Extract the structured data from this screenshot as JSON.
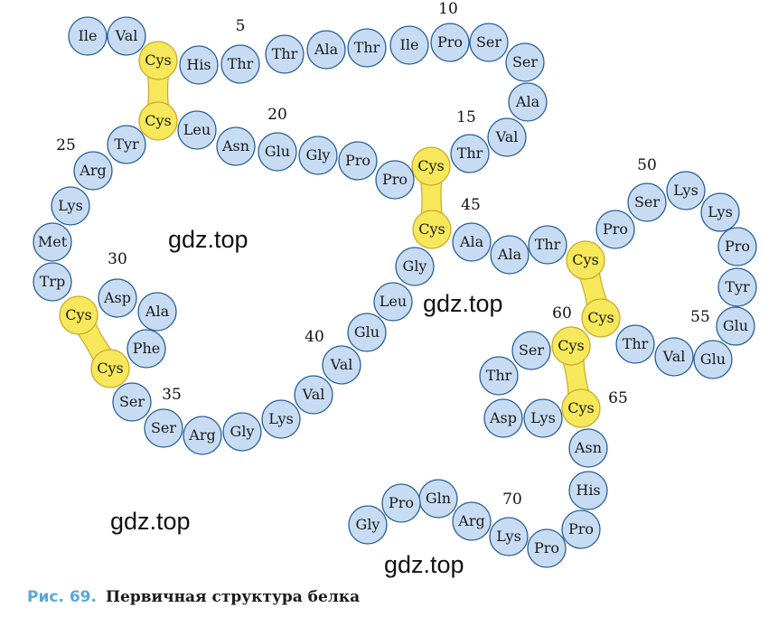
{
  "colors": {
    "residue_fill": "#c7dcf3",
    "residue_stroke": "#2a5f95",
    "cys_fill": "#f6e85a",
    "cys_stroke": "#c9a92c",
    "caption_accent": "#5aa8d8"
  },
  "residues": [
    {
      "id": "ile1",
      "label": "Ile",
      "cys": false
    },
    {
      "id": "val2",
      "label": "Val",
      "cys": false
    },
    {
      "id": "cys3",
      "label": "Cys",
      "cys": true
    },
    {
      "id": "his4",
      "label": "His",
      "cys": false
    },
    {
      "id": "thr5",
      "label": "Thr",
      "cys": false
    },
    {
      "id": "thr6",
      "label": "Thr",
      "cys": false
    },
    {
      "id": "ala7",
      "label": "Ala",
      "cys": false
    },
    {
      "id": "thr8",
      "label": "Thr",
      "cys": false
    },
    {
      "id": "ile9",
      "label": "Ile",
      "cys": false
    },
    {
      "id": "pro10",
      "label": "Pro",
      "cys": false
    },
    {
      "id": "ser11",
      "label": "Ser",
      "cys": false
    },
    {
      "id": "ser12",
      "label": "Ser",
      "cys": false
    },
    {
      "id": "ala13",
      "label": "Ala",
      "cys": false
    },
    {
      "id": "val14",
      "label": "Val",
      "cys": false
    },
    {
      "id": "thr15",
      "label": "Thr",
      "cys": false
    },
    {
      "id": "cys16",
      "label": "Cys",
      "cys": true
    },
    {
      "id": "pro17",
      "label": "Pro",
      "cys": false
    },
    {
      "id": "pro18",
      "label": "Pro",
      "cys": false
    },
    {
      "id": "gly19",
      "label": "Gly",
      "cys": false
    },
    {
      "id": "glu20",
      "label": "Glu",
      "cys": false
    },
    {
      "id": "asn21",
      "label": "Asn",
      "cys": false
    },
    {
      "id": "leu22",
      "label": "Leu",
      "cys": false
    },
    {
      "id": "cys23",
      "label": "Cys",
      "cys": true
    },
    {
      "id": "tyr24",
      "label": "Tyr",
      "cys": false
    },
    {
      "id": "arg25",
      "label": "Arg",
      "cys": false
    },
    {
      "id": "lys26",
      "label": "Lys",
      "cys": false
    },
    {
      "id": "met27",
      "label": "Met",
      "cys": false
    },
    {
      "id": "trp28",
      "label": "Trp",
      "cys": false
    },
    {
      "id": "cys29",
      "label": "Cys",
      "cys": true
    },
    {
      "id": "asp30",
      "label": "Asp",
      "cys": false
    },
    {
      "id": "ala31",
      "label": "Ala",
      "cys": false
    },
    {
      "id": "phe32",
      "label": "Phe",
      "cys": false
    },
    {
      "id": "cys33",
      "label": "Cys",
      "cys": true
    },
    {
      "id": "ser34",
      "label": "Ser",
      "cys": false
    },
    {
      "id": "ser35",
      "label": "Ser",
      "cys": false
    },
    {
      "id": "arg36",
      "label": "Arg",
      "cys": false
    },
    {
      "id": "gly37",
      "label": "Gly",
      "cys": false
    },
    {
      "id": "lys38",
      "label": "Lys",
      "cys": false
    },
    {
      "id": "val39",
      "label": "Val",
      "cys": false
    },
    {
      "id": "val40",
      "label": "Val",
      "cys": false
    },
    {
      "id": "glu41",
      "label": "Glu",
      "cys": false
    },
    {
      "id": "leu42",
      "label": "Leu",
      "cys": false
    },
    {
      "id": "gly43",
      "label": "Gly",
      "cys": false
    },
    {
      "id": "cys44",
      "label": "Cys",
      "cys": true
    },
    {
      "id": "ala45",
      "label": "Ala",
      "cys": false
    },
    {
      "id": "ala46",
      "label": "Ala",
      "cys": false
    },
    {
      "id": "thr47",
      "label": "Thr",
      "cys": false
    },
    {
      "id": "cys48",
      "label": "Cys",
      "cys": true
    },
    {
      "id": "pro49",
      "label": "Pro",
      "cys": false
    },
    {
      "id": "ser50",
      "label": "Ser",
      "cys": false
    },
    {
      "id": "lys51",
      "label": "Lys",
      "cys": false
    },
    {
      "id": "lys52",
      "label": "Lys",
      "cys": false
    },
    {
      "id": "pro53",
      "label": "Pro",
      "cys": false
    },
    {
      "id": "tyr54",
      "label": "Tyr",
      "cys": false
    },
    {
      "id": "glu55",
      "label": "Glu",
      "cys": false
    },
    {
      "id": "glu56",
      "label": "Glu",
      "cys": false
    },
    {
      "id": "val57",
      "label": "Val",
      "cys": false
    },
    {
      "id": "thr58",
      "label": "Thr",
      "cys": false
    },
    {
      "id": "cys59",
      "label": "Cys",
      "cys": true
    },
    {
      "id": "cys60",
      "label": "Cys",
      "cys": true
    },
    {
      "id": "ser61",
      "label": "Ser",
      "cys": false
    },
    {
      "id": "thr62",
      "label": "Thr",
      "cys": false
    },
    {
      "id": "asp63",
      "label": "Asp",
      "cys": false
    },
    {
      "id": "lys64",
      "label": "Lys",
      "cys": false
    },
    {
      "id": "cys65",
      "label": "Cys",
      "cys": true
    },
    {
      "id": "asn66",
      "label": "Asn",
      "cys": false
    },
    {
      "id": "his67",
      "label": "His",
      "cys": false
    },
    {
      "id": "pro68",
      "label": "Pro",
      "cys": false
    },
    {
      "id": "pro69",
      "label": "Pro",
      "cys": false
    },
    {
      "id": "lys70",
      "label": "Lys",
      "cys": false
    },
    {
      "id": "arg71",
      "label": "Arg",
      "cys": false
    },
    {
      "id": "gln72",
      "label": "Gln",
      "cys": false
    },
    {
      "id": "pro73",
      "label": "Pro",
      "cys": false
    },
    {
      "id": "gly74",
      "label": "Gly",
      "cys": false
    }
  ],
  "disulfide_bridges": [
    [
      "cys3",
      "cys23"
    ],
    [
      "cys16",
      "cys44"
    ],
    [
      "cys29",
      "cys33"
    ],
    [
      "cys48",
      "cys59"
    ],
    [
      "cys60",
      "cys65"
    ]
  ],
  "number_labels": [
    {
      "id": "n5",
      "text": "5"
    },
    {
      "id": "n10",
      "text": "10"
    },
    {
      "id": "n15",
      "text": "15"
    },
    {
      "id": "n20",
      "text": "20"
    },
    {
      "id": "n25",
      "text": "25"
    },
    {
      "id": "n30",
      "text": "30"
    },
    {
      "id": "n35",
      "text": "35"
    },
    {
      "id": "n40",
      "text": "40"
    },
    {
      "id": "n45",
      "text": "45"
    },
    {
      "id": "n50",
      "text": "50"
    },
    {
      "id": "n55",
      "text": "55"
    },
    {
      "id": "n60",
      "text": "60"
    },
    {
      "id": "n65",
      "text": "65"
    },
    {
      "id": "n70",
      "text": "70"
    }
  ],
  "watermarks": [
    {
      "id": "wm1",
      "text": "gdz.top"
    },
    {
      "id": "wm2",
      "text": "gdz.top"
    },
    {
      "id": "wm3",
      "text": "gdz.top"
    },
    {
      "id": "wm4",
      "text": "gdz.top"
    }
  ],
  "caption": {
    "prefix": "Рис. 69.",
    "text": "Первичная структура белка"
  }
}
